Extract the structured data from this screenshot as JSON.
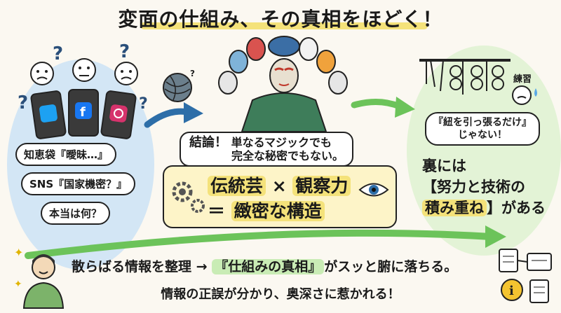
{
  "title": "変面の仕組み、その真相をほどく！",
  "left": {
    "apps": [
      "twitter",
      "facebook",
      "instagram"
    ],
    "bubble1": "知恵袋『曖昧…』",
    "bubble2": "SNS『国家機密？』",
    "bubble3": "本当は何？"
  },
  "middle": {
    "conclusion_head": "結論！",
    "conclusion_text1": "単なるマジックでも",
    "conclusion_text2": "完全な秘密でもない。",
    "formula_part1": "伝統芸",
    "formula_times": "×",
    "formula_part2": "観察力",
    "formula_eq": "＝",
    "formula_result": "緻密な構造"
  },
  "right": {
    "practice_label": "練習",
    "quote_line1": "『紐を引っ張るだけ』",
    "quote_line2": "じゃない！",
    "result_line1": "裏には",
    "result_line2": "【努力と技術の",
    "result_line3a": "積み重ね",
    "result_line3b": "】がある"
  },
  "bottom": {
    "line1a": "散らばる情報を整理",
    "arrow": "→",
    "line1b": "『仕組みの真相』",
    "line1c": "がスッと腑に落ちる。",
    "line2": "情報の正誤が分かり、奥深さに惹かれる！"
  },
  "colors": {
    "accent_yellow": "#f4e27a",
    "accent_green": "#c9ecb5",
    "blob_blue": "#d3e6f5",
    "blob_green": "#e3f3d6",
    "arrow_blue": "#2d6ea8",
    "arrow_green": "#6cc35a"
  }
}
